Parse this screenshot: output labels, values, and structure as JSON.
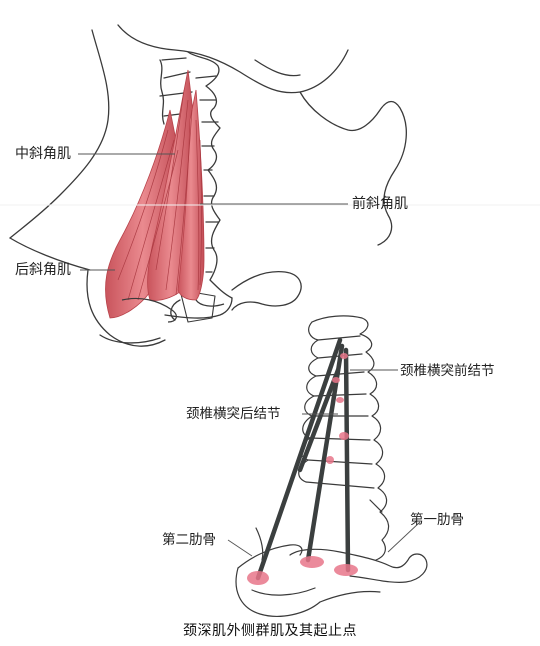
{
  "labels": {
    "middle_scalene": "中斜角肌",
    "anterior_scalene": "前斜角肌",
    "posterior_scalene": "后斜角肌",
    "anterior_tubercle": "颈椎横突前结节",
    "posterior_tubercle": "颈椎横突后结节",
    "first_rib": "第一肋骨",
    "second_rib": "第二肋骨"
  },
  "caption": "颈深肌外侧群肌及其起止点",
  "colors": {
    "muscle": "#e27a7f",
    "muscle_dark": "#b8434b",
    "bone_line": "#3a3a3a",
    "insertion": "#e8768a",
    "tendon": "#3b3f3f"
  }
}
